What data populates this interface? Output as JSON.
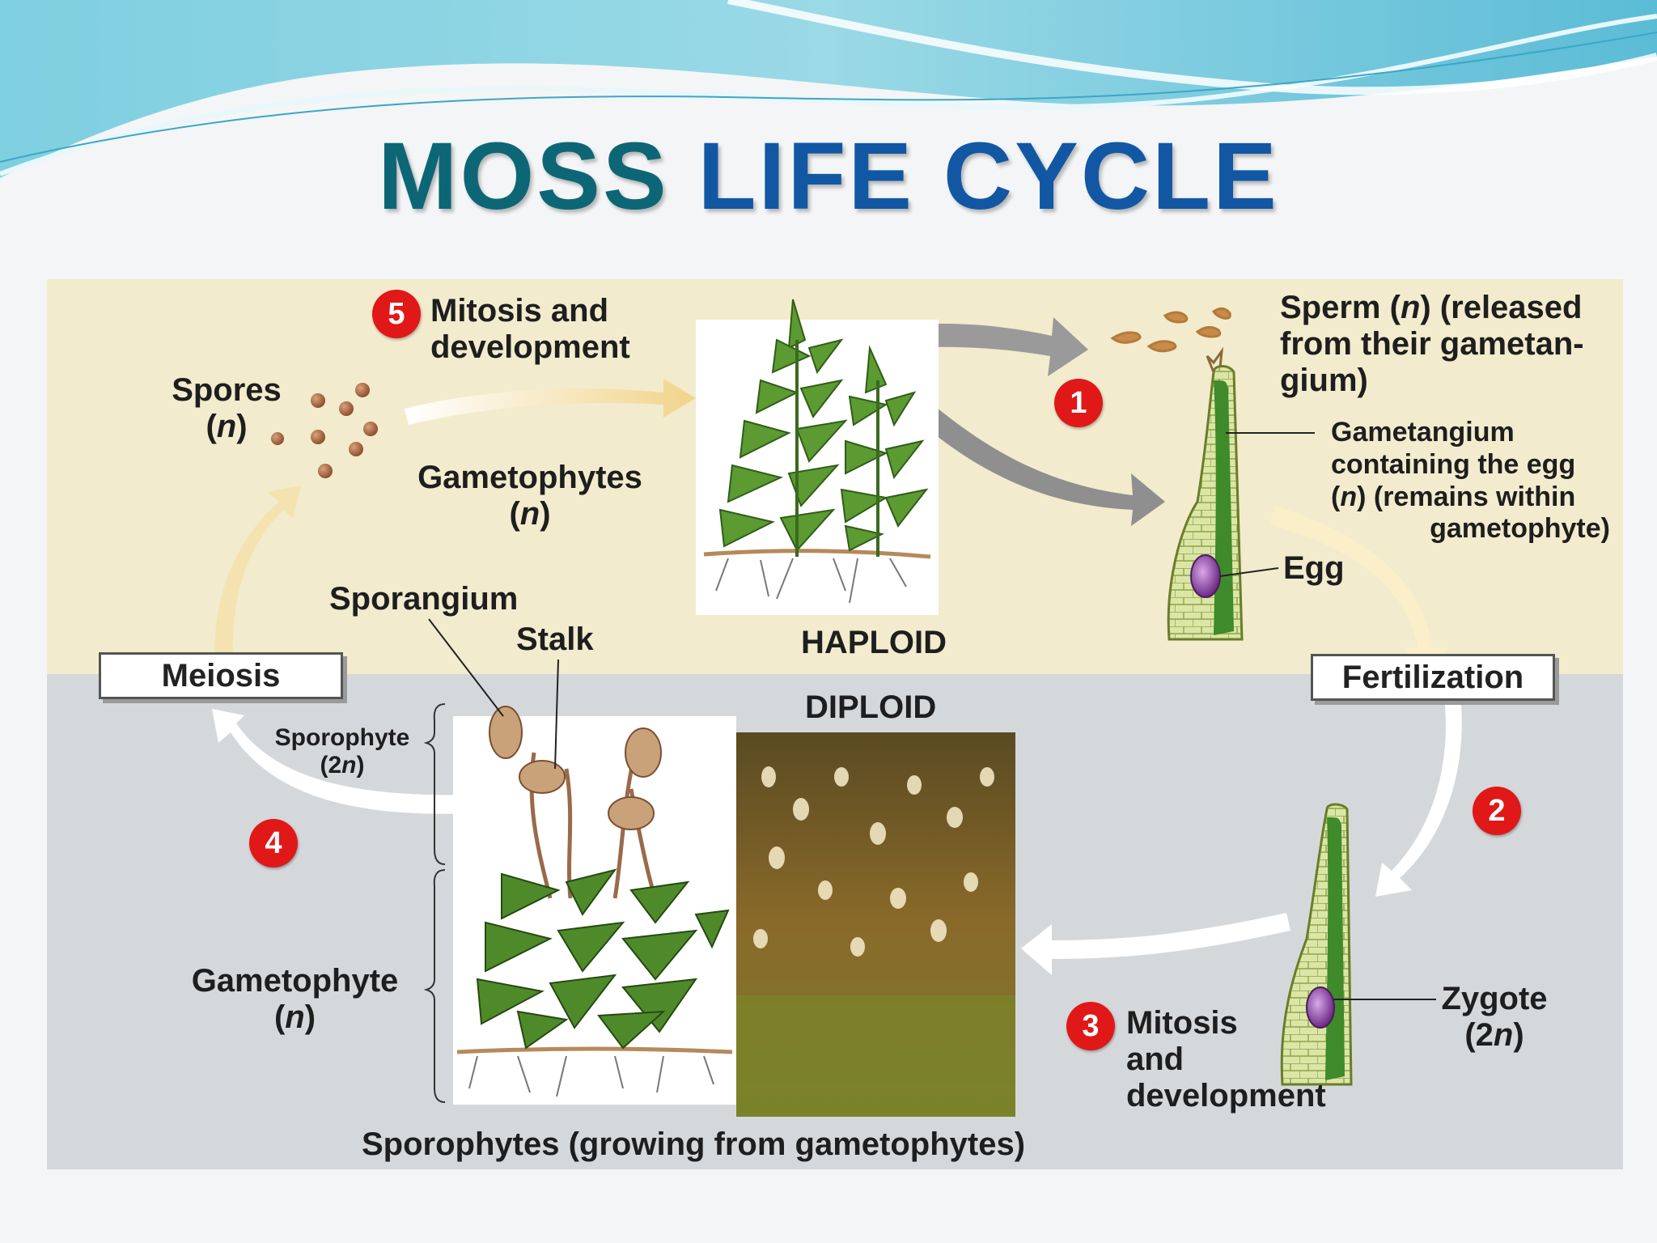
{
  "title": {
    "word1": "MOSS",
    "word2": "LIFE CYCLE"
  },
  "zones": {
    "haploid": "HAPLOID",
    "diploid": "DIPLOID"
  },
  "steps": [
    {
      "number": "1"
    },
    {
      "number": "2"
    },
    {
      "number": "3",
      "label_line1": "Mitosis",
      "label_line2": "and",
      "label_line3": "development"
    },
    {
      "number": "4"
    },
    {
      "number": "5",
      "label_line1": "Mitosis and",
      "label_line2": "development"
    }
  ],
  "boxes": {
    "meiosis": "Meiosis",
    "fertilization": "Fertilization"
  },
  "labels": {
    "spores": {
      "line1": "Spores",
      "n_open": "(",
      "n": "n",
      "n_close": ")"
    },
    "gametophytes": {
      "line1": "Gametophytes",
      "n_open": "(",
      "n": "n",
      "n_close": ")"
    },
    "sperm": {
      "line1_a": "Sperm (",
      "line1_n": "n",
      "line1_b": ") (released",
      "line2": "from their gametan-",
      "line3": "gium)"
    },
    "gametangium": {
      "line1": "Gametangium",
      "line2": "containing the egg",
      "line3_open": "(",
      "line3_n": "n",
      "line3_rest": ") (remains within",
      "line4": "gametophyte)"
    },
    "egg": "Egg",
    "zygote": {
      "line1": "Zygote",
      "line2_open": "(2",
      "line2_n": "n",
      "line2_close": ")"
    },
    "sporangium": "Sporangium",
    "stalk": "Stalk",
    "sporophyte": {
      "line1": "Sporophyte",
      "line2_open": "(2",
      "line2_n": "n",
      "line2_close": ")"
    },
    "gametophyte": {
      "line1": "Gametophyte",
      "n_open": "(",
      "n": "n",
      "n_close": ")"
    },
    "sporophytes_caption": "Sporophytes (growing from gametophytes)"
  },
  "colors": {
    "haploid_bg": "#f2ebcd",
    "diploid_bg": "#d5d8db",
    "title_teal": "#0d6675",
    "title_blue": "#1257a3",
    "badge_red": "#e01818",
    "moss_green": "#4f8a2a",
    "capsule_tan": "#c9a27a"
  }
}
